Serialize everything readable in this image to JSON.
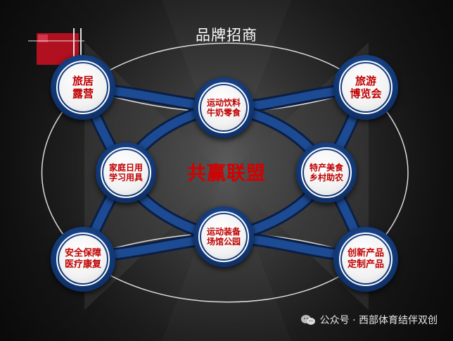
{
  "title": "品牌招商",
  "center_text": "共赢联盟",
  "nodes": {
    "travel_camping": "旅居\n露营",
    "travel_expo": "旅游\n博览会",
    "sports_drinks": "运动饮料\n牛奶零食",
    "home_study": "家庭日用\n学习用具",
    "specialty_food": "特产美食\n乡村助农",
    "sports_equipment": "运动装备\n场馆公园",
    "safety_medical": "安全保障\n医疗康复",
    "innovation_products": "创新产品\n定制产品"
  },
  "footer": {
    "text": "公众号 · 西部体育结伴双创",
    "icon": "wechat-icon"
  },
  "colors": {
    "accent_red": "#c00000",
    "node_blue": "#123a7a",
    "logo_red": "#b01020"
  }
}
